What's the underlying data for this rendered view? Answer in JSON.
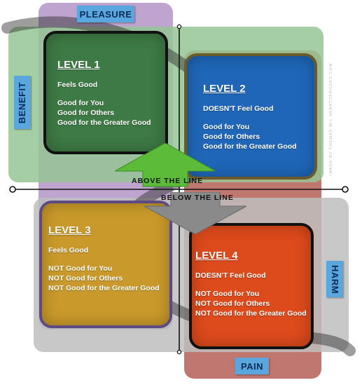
{
  "labels": {
    "pleasure": "PLEASURE",
    "benefit": "BENEFIT",
    "harm": "HARM",
    "pain": "PAIN",
    "above": "ABOVE THE LINE",
    "below": "BELOW THE LINE"
  },
  "credit": "IMAGE BY THOMAS WIL HEARTOFBOOKS.COM",
  "levels": [
    {
      "title": "LEVEL 1",
      "feel": "Feels Good",
      "you": "Good for You",
      "others": "Good for Others",
      "greater": "Good for the Greater Good"
    },
    {
      "title": "LEVEL 2",
      "feel": "DOESN'T Feel Good",
      "you": "Good for You",
      "others": "Good for Others",
      "greater": "Good for the Greater Good"
    },
    {
      "title": "LEVEL 3",
      "feel": "Feels Good",
      "you": "NOT Good for You",
      "others": "NOT Good for Others",
      "greater": "NOT Good for the Greater Good"
    },
    {
      "title": "LEVEL 4",
      "feel": "DOESN'T Feel Good",
      "you": "NOT Good for You",
      "others": "NOT Good for Others",
      "greater": "NOT Good for the Greater Good"
    }
  ],
  "colors": {
    "pleasure_zone": "#b79ac9",
    "benefit_zone": "#9cc89a",
    "harm_zone": "#c4c4c4",
    "pain_zone": "#bb6b63",
    "level1": "#3e7a45",
    "level2": "#1f66b8",
    "level3": "#c99a2b",
    "level4": "#dd4a1c",
    "tag": "#5aa7e0"
  }
}
